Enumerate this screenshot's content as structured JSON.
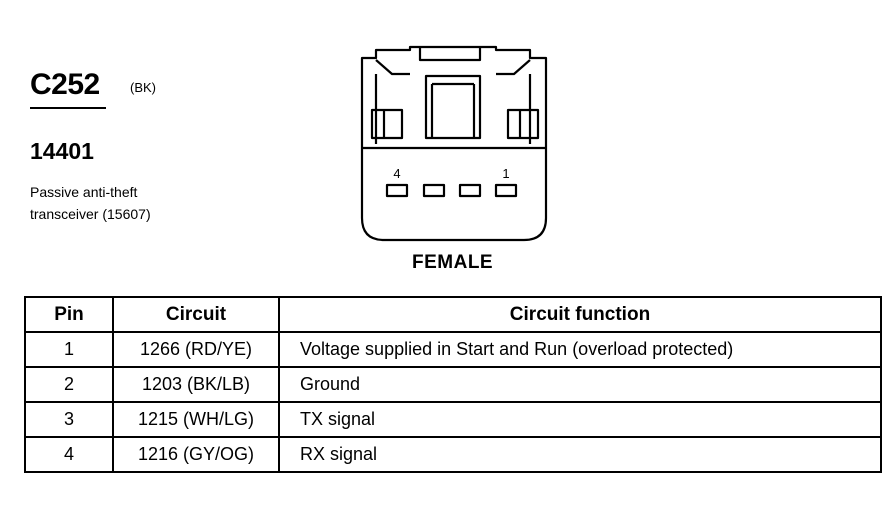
{
  "connector": {
    "id": "C252",
    "color_code": "(BK)",
    "part_number": "14401",
    "description_line1": "Passive anti-theft",
    "description_line2": "transceiver (15607)",
    "gender": "FEMALE",
    "pin_left_label": "4",
    "pin_right_label": "1"
  },
  "table": {
    "headers": {
      "pin": "Pin",
      "circuit": "Circuit",
      "function": "Circuit function"
    },
    "rows": [
      {
        "pin": "1",
        "circuit": "1266 (RD/YE)",
        "function": "Voltage supplied in Start and Run (overload protected)"
      },
      {
        "pin": "2",
        "circuit": "1203 (BK/LB)",
        "function": "Ground"
      },
      {
        "pin": "3",
        "circuit": "1215 (WH/LG)",
        "function": "TX signal"
      },
      {
        "pin": "4",
        "circuit": "1216 (GY/OG)",
        "function": "RX signal"
      }
    ]
  }
}
